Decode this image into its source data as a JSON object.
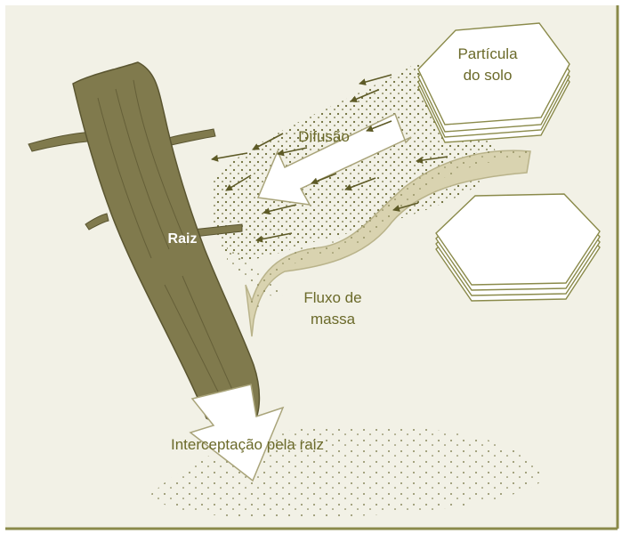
{
  "labels": {
    "particle_line1": "Partícula",
    "particle_line2": "do solo",
    "diffusion": "Difusão",
    "root": "Raiz",
    "mass_flow_line1": "Fluxo de",
    "mass_flow_line2": "massa",
    "interception": "Interceptação pela raiz"
  },
  "colors": {
    "background": "#f2f1e6",
    "frame": "#8a8a4a",
    "root": "#807a4d",
    "root_dark": "#5a5530",
    "accent_text": "#6b6a2a",
    "mass_flow": "#d9d3b0",
    "soil_dots": "#6b6a36"
  },
  "icons": {
    "diffusion_arrow": "arrow-left-icon",
    "interception_arrow": "arrow-down-icon",
    "mass_flow_arrow": "curved-arrow-left-icon"
  }
}
